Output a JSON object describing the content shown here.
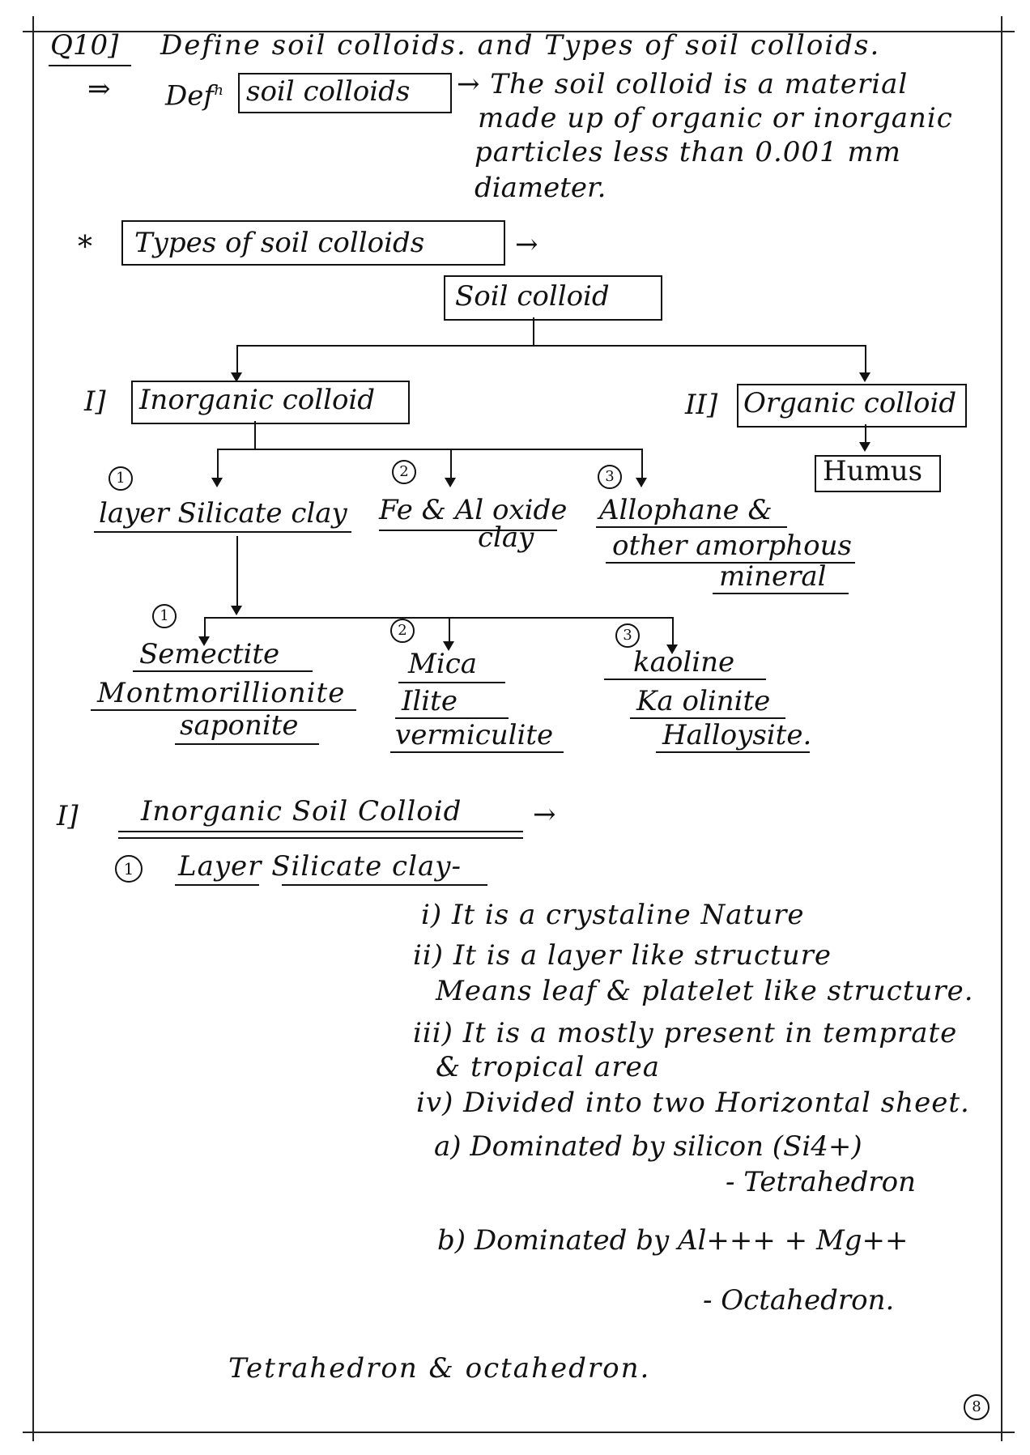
{
  "header": {
    "question_no": "Q10]",
    "question": "Define soil colloids. and Types of soil colloids."
  },
  "definition": {
    "arrow": "⇒",
    "prefix": "Def",
    "prefix_sup": "n",
    "term": "soil colloids",
    "line1": "→ The soil colloid is a material",
    "line2": "made up of organic or inorganic",
    "line3": "particles less than 0.001 mm",
    "line4": "diameter."
  },
  "types_heading": {
    "star": "*",
    "label": "Types of soil colloids",
    "arrow": "→"
  },
  "tree": {
    "root": "Soil colloid",
    "inorganic": {
      "num": "I]",
      "label": "Inorganic colloid"
    },
    "organic": {
      "num": "II]",
      "label": "Organic colloid",
      "child": "Humus"
    },
    "inorganic_children": [
      {
        "num": "1",
        "line1": "layer Silicate clay",
        "line2": ""
      },
      {
        "num": "2",
        "line1": "Fe & Al oxide",
        "line2": "clay"
      },
      {
        "num": "3",
        "line1": "Allophane &",
        "line2": "other amorphous",
        "line3": "mineral"
      }
    ],
    "silicate_children": [
      {
        "num": "1",
        "items": [
          "Semectite",
          "Montmorillionite",
          "saponite"
        ]
      },
      {
        "num": "2",
        "items": [
          "Mica",
          "Ilite",
          "vermiculite"
        ]
      },
      {
        "num": "3",
        "items": [
          "kaoline",
          "Ka olinite",
          "Halloysite."
        ]
      }
    ]
  },
  "section": {
    "num": "I]",
    "heading": "Inorganic Soil Colloid",
    "heading_arrow": "→",
    "sub_num": "1",
    "sub_heading": "Layer Silicate clay-",
    "points": [
      "i) It is a crystaline Nature",
      "ii) It is a layer like structure",
      "Means leaf & platelet like structure.",
      "iii) It is a mostly present in temprate",
      "& tropical area",
      "iv) Divided into two Horizontal sheet."
    ],
    "sheet_a": "a) Dominated by silicon (Si4+)",
    "sheet_a_name": "- Tetrahedron",
    "sheet_b": "b) Dominated by Al+++ + Mg++",
    "sheet_b_name": "- Octahedron.",
    "footer_line": "Tetrahedron & octahedron."
  },
  "page_number": "8"
}
